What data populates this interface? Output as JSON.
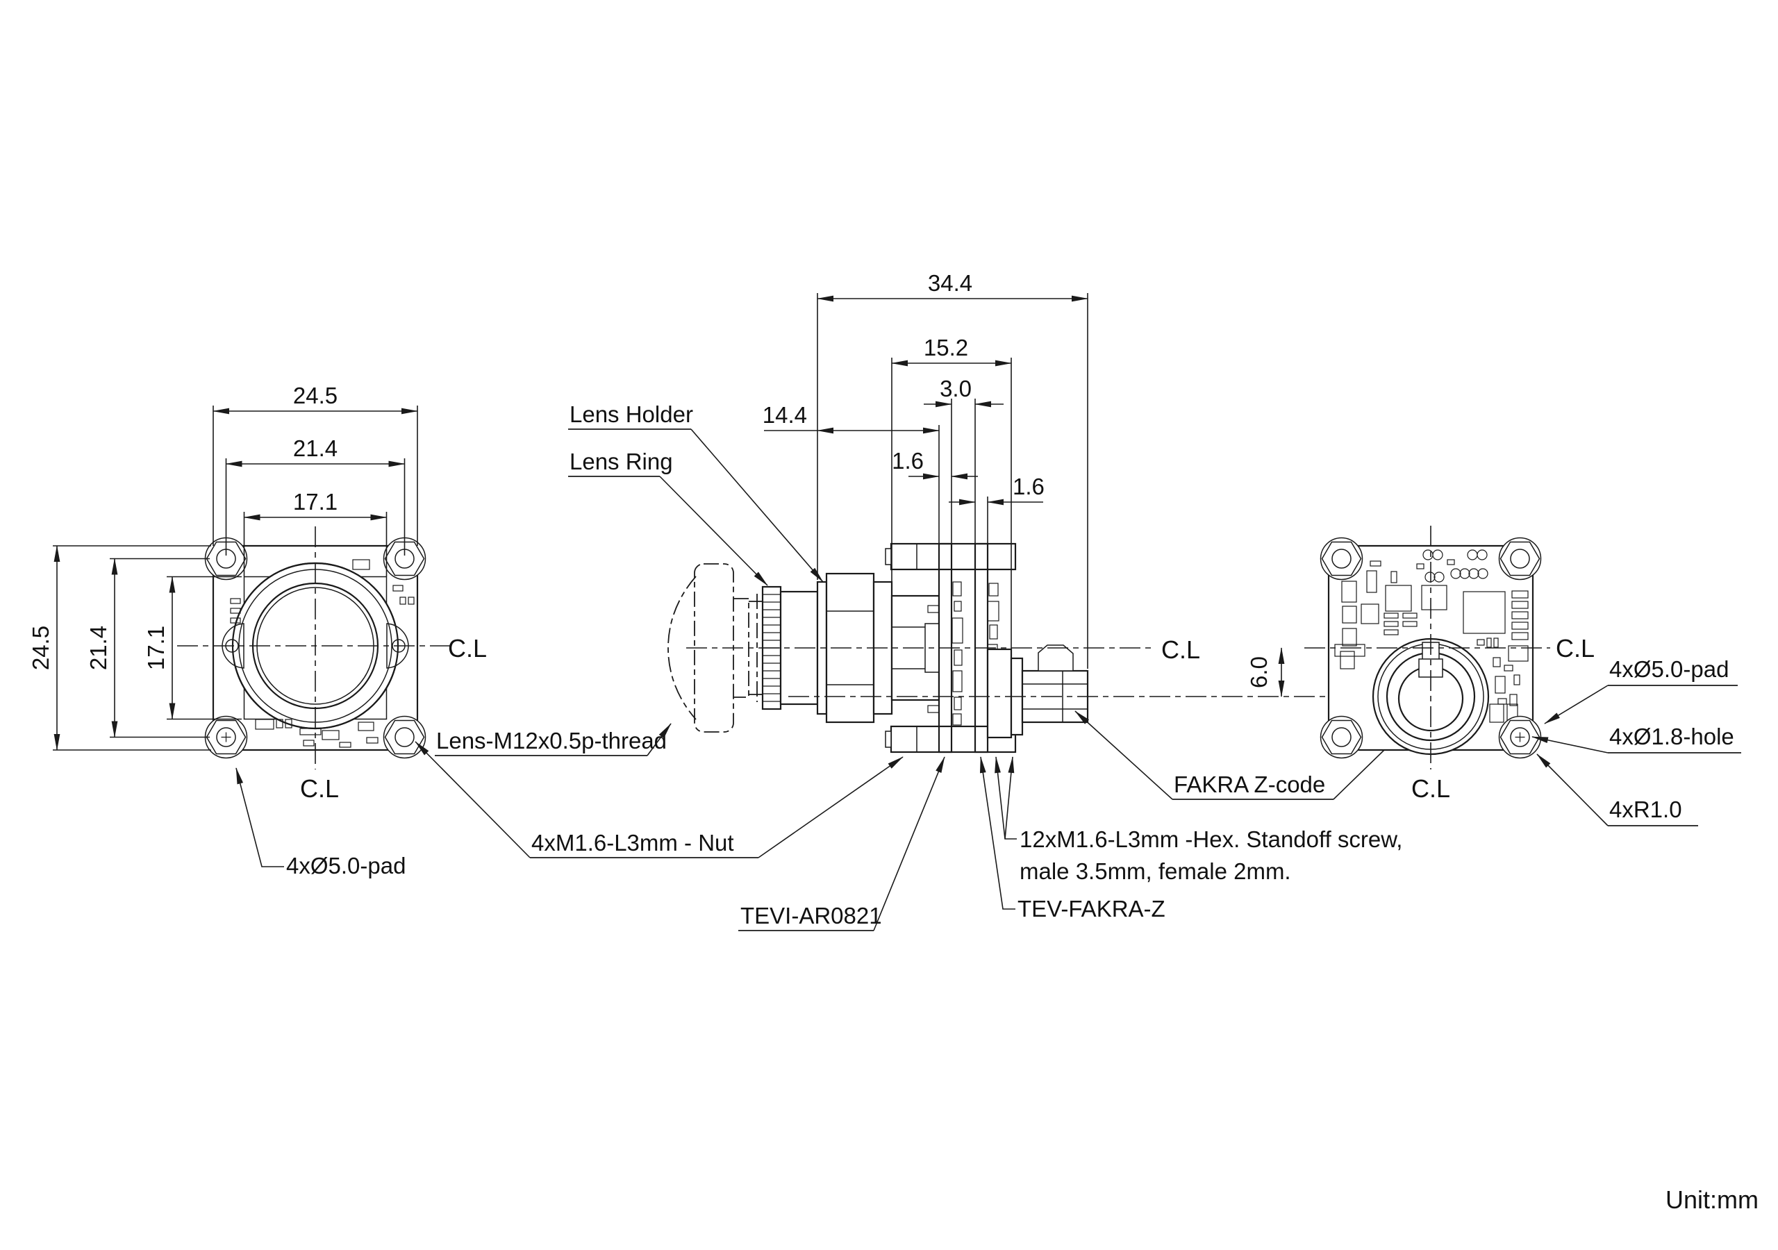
{
  "colors": {
    "background": "#ffffff",
    "line": "#1a1a1a"
  },
  "front_view": {
    "dim_top_outer": "24.5",
    "dim_top_holes": "21.4",
    "dim_top_inner": "17.1",
    "dim_left_outer": "24.5",
    "dim_left_holes": "21.4",
    "dim_left_inner": "17.1",
    "cl_right": "C.L",
    "cl_bottom": "C.L",
    "label_pad": "4xØ5.0-pad"
  },
  "side_view": {
    "dim_overall": "34.4",
    "dim_stack": "15.2",
    "dim_gap": "3.0",
    "dim_front": "14.4",
    "dim_board1": "1.6",
    "dim_board2": "1.6",
    "cl": "C.L",
    "label_lens_holder": "Lens Holder",
    "label_lens_ring": "Lens Ring",
    "label_lens_thread": "Lens-M12x0.5p-thread",
    "label_nut": "4xM1.6-L3mm - Nut",
    "label_board1": "TEVI-AR0821",
    "label_board2": "TEV-FAKRA-Z",
    "label_standoff1": "12xM1.6-L3mm -Hex. Standoff screw,",
    "label_standoff2": "male 3.5mm, female 2mm.",
    "label_fakra": "FAKRA Z-code"
  },
  "back_view": {
    "dim_offset": "6.0",
    "cl_right": "C.L",
    "cl_bottom": "C.L",
    "label_pad": "4xØ5.0-pad",
    "label_hole": "4xØ1.8-hole",
    "label_radius": "4xR1.0"
  },
  "footer": {
    "unit": "Unit:mm"
  }
}
